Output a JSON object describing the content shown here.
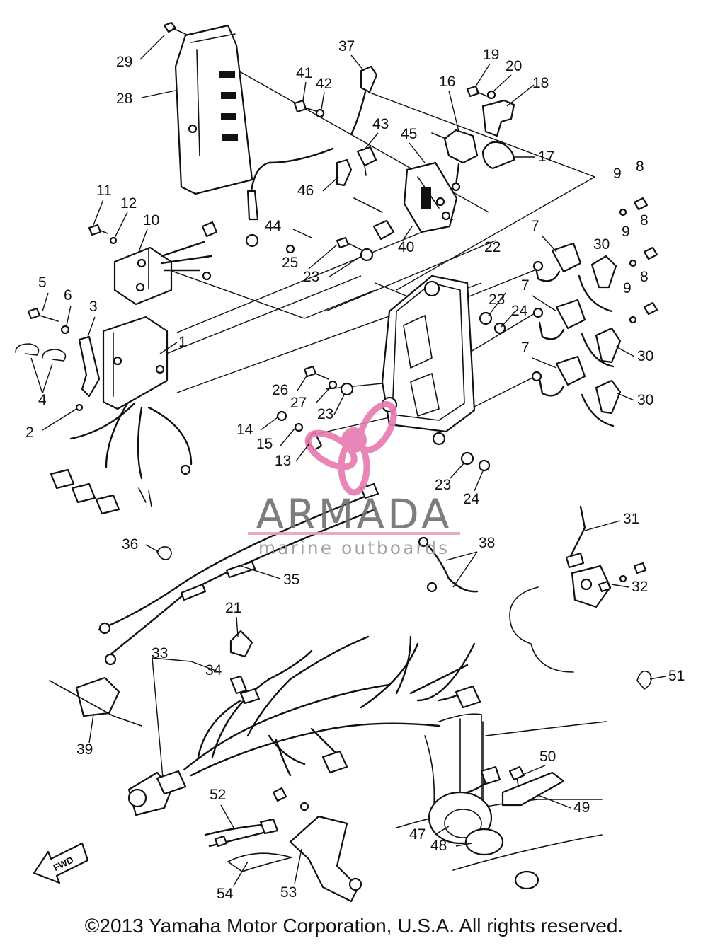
{
  "callouts": [
    "1",
    "2",
    "3",
    "4",
    "5",
    "6",
    "7",
    "8",
    "9",
    "10",
    "11",
    "12",
    "13",
    "14",
    "15",
    "16",
    "17",
    "18",
    "19",
    "20",
    "21",
    "22",
    "23",
    "24",
    "25",
    "26",
    "27",
    "28",
    "29",
    "30",
    "31",
    "32",
    "33",
    "34",
    "35",
    "36",
    "37",
    "38",
    "39",
    "40",
    "41",
    "42",
    "43",
    "44",
    "45",
    "46",
    "47",
    "48",
    "49",
    "50",
    "51",
    "52",
    "53",
    "54"
  ],
  "fwd_label": "FWD",
  "watermark": {
    "brand": "ARMADA",
    "tagline": "marine outboards",
    "accent_color": "#e8a0c0",
    "logo_color": "#e87ab0"
  },
  "copyright": "©2013 Yamaha Motor Corporation, U.S.A. All rights reserved."
}
